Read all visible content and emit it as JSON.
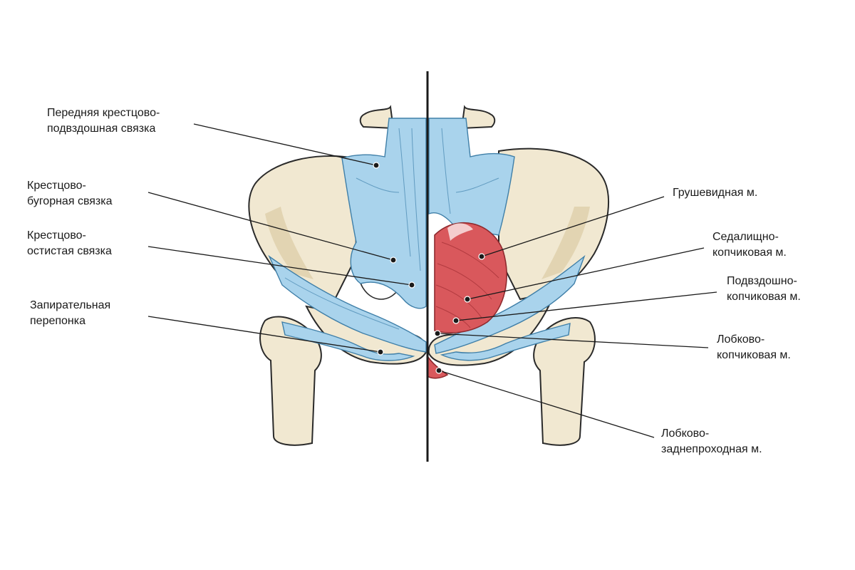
{
  "labels": {
    "ant_sacroiliac": [
      "Передняя крестцово-",
      "подвздошная связка"
    ],
    "sacrotuberous": [
      "Крестцово-",
      "бугорная связка"
    ],
    "sacrospinous": [
      "Крестцово-",
      "остистая связка"
    ],
    "obturator_membrane": [
      "Запирательная",
      "перепонка"
    ],
    "piriformis": [
      "Грушевидная м."
    ],
    "ischiococcygeus": [
      "Седалищно-",
      "копчиковая м."
    ],
    "iliococcygeus": [
      "Подвздошно-",
      "копчиковая м."
    ],
    "pubococcygeus": [
      "Лобково-",
      "копчиковая м."
    ],
    "puborectalis": [
      "Лобково-",
      "заднепроходная м."
    ]
  },
  "colors": {
    "bone": "#f1e8d1",
    "ligament": "#a9d3ec",
    "muscle": "#d9585c",
    "lines": "#1a1a1a"
  }
}
